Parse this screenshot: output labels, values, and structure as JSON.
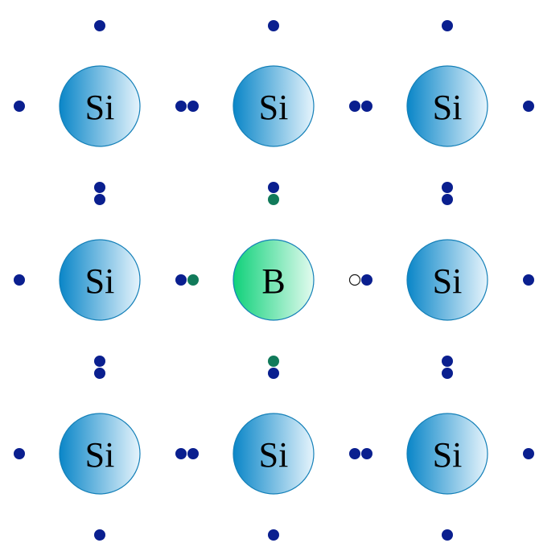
{
  "atoms": [
    {
      "label": "Si",
      "kind": "silicon"
    },
    {
      "label": "Si",
      "kind": "silicon"
    },
    {
      "label": "Si",
      "kind": "silicon"
    },
    {
      "label": "Si",
      "kind": "silicon"
    },
    {
      "label": "B",
      "kind": "boron"
    },
    {
      "label": "Si",
      "kind": "silicon"
    },
    {
      "label": "Si",
      "kind": "silicon"
    },
    {
      "label": "Si",
      "kind": "silicon"
    },
    {
      "label": "Si",
      "kind": "silicon"
    }
  ],
  "colors": {
    "silicon_dark": "#0a86c8",
    "silicon_light": "#e6f4fc",
    "boron_dark": "#0fd17a",
    "boron_light": "#e3fbef",
    "atom_outline": "#1580b8",
    "silicon_electron": "#0a1f8f",
    "boron_electron": "#117a5a",
    "hole_outline": "#1a1a1a"
  }
}
